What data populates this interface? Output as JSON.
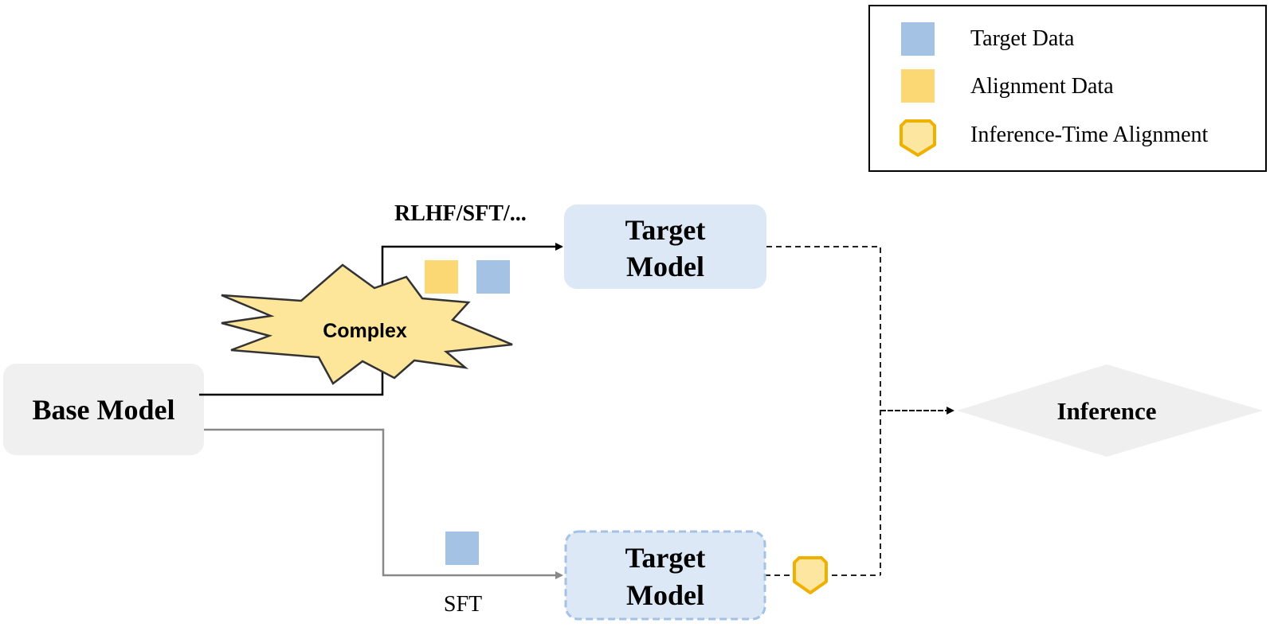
{
  "legend": {
    "items": [
      {
        "label": "Target Data",
        "icon": "blue-square-icon",
        "color": "#a4c2e4"
      },
      {
        "label": "Alignment Data",
        "icon": "yellow-square-icon",
        "color": "#fcd874"
      },
      {
        "label": "Inference-Time Alignment",
        "icon": "shield-icon",
        "color": "#fde7a0",
        "stroke": "#f0b000"
      }
    ]
  },
  "nodes": {
    "base_model": {
      "label": "Base Model",
      "fill": "#f0f0f0"
    },
    "target_model_top": {
      "line1": "Target",
      "line2": "Model",
      "fill": "#dce8f5"
    },
    "target_model_bottom": {
      "line1": "Target",
      "line2": "Model",
      "fill": "#dce8f5",
      "stroke": "#a4c2e4"
    },
    "inference": {
      "label": "Inference",
      "fill": "#efefef"
    }
  },
  "labels": {
    "rlhf": "RLHF/SFT/...",
    "complex": "Complex",
    "sft": "SFT"
  },
  "colors": {
    "target_data": "#a4c2e4",
    "alignment_data": "#fcd874",
    "burst_fill": "#fde59a",
    "burst_stroke": "#333333"
  }
}
